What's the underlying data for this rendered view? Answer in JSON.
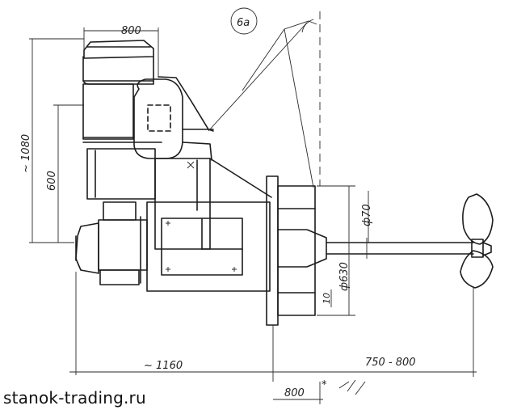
{
  "drawing": {
    "callout": "6a",
    "dimensions": {
      "top_width": "800",
      "total_height": "~ 1080",
      "lower_height": "600",
      "shaft_dia": "ф70",
      "flange_dia": "ф630",
      "gap": "10",
      "overall_length": "~ 1160",
      "shaft_length": "750 - 800",
      "bottom_width": "800",
      "asterisk": "*"
    }
  },
  "watermark": "stanok-trading.ru"
}
